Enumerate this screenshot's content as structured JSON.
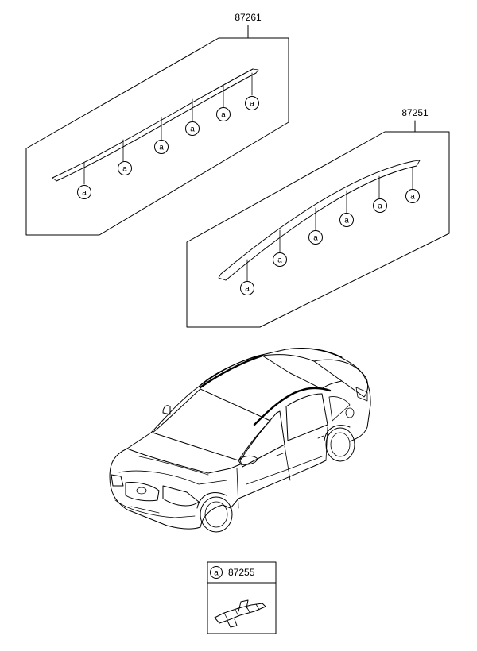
{
  "parts": {
    "front_roof_molding": {
      "part_number": "87261"
    },
    "rear_roof_molding": {
      "part_number": "87251"
    },
    "clip": {
      "part_number": "87255"
    }
  },
  "clip_marker": "a",
  "legend": {
    "marker": "a",
    "part_number": "87255"
  }
}
